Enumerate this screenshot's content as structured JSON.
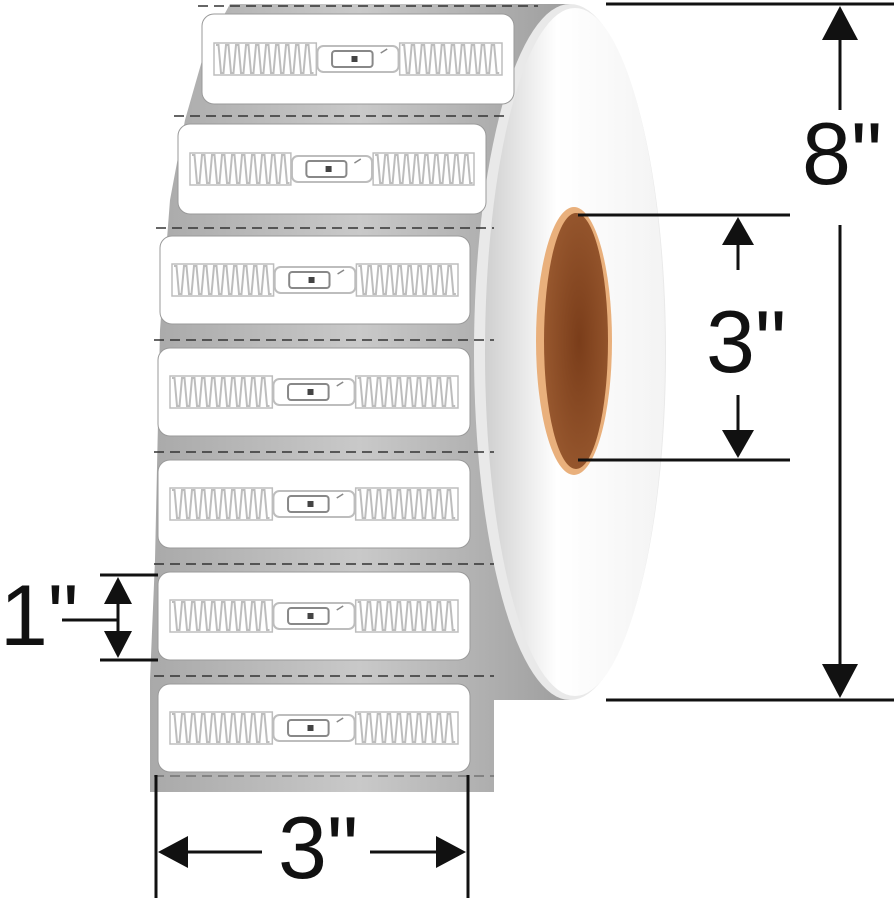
{
  "product": {
    "type": "RFID label roll",
    "label_count_visible": 7
  },
  "dimensions": {
    "roll_outer_diameter": "8\"",
    "core_inner_diameter": "3\"",
    "label_height": "1\"",
    "label_width": "3\""
  },
  "colors": {
    "liner": "#b9b9b9",
    "label_face": "#ffffff",
    "antenna": "#bdbdbd",
    "core": "#8a4a22",
    "core_rim": "#e9b07c",
    "dimension_lines": "#111111"
  }
}
